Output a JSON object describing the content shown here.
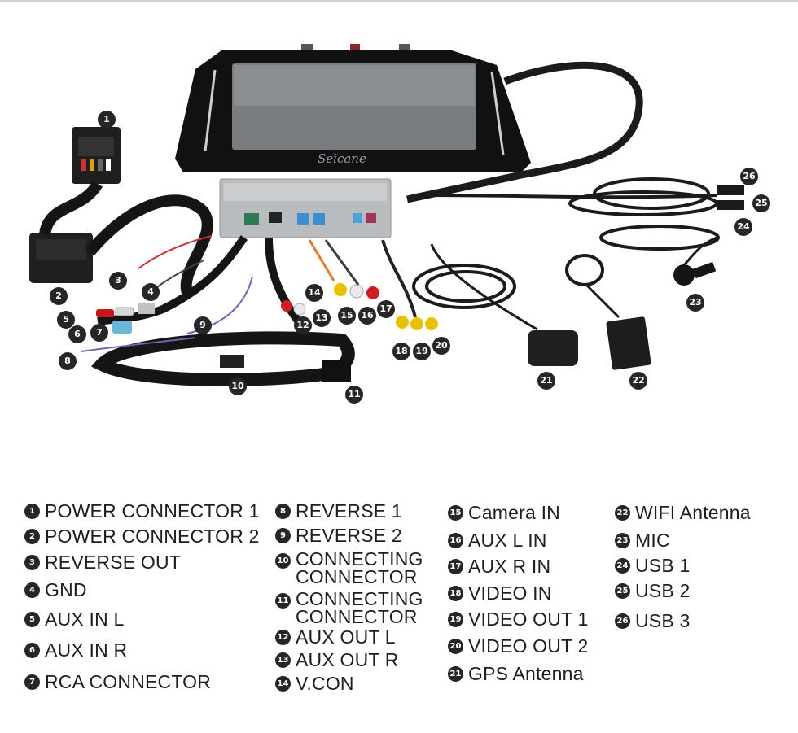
{
  "brand_text": "Seicane",
  "callout_numbers": [
    "1",
    "2",
    "3",
    "4",
    "5",
    "6",
    "7",
    "8",
    "9",
    "10",
    "11",
    "12",
    "13",
    "14",
    "15",
    "16",
    "17",
    "18",
    "19",
    "20",
    "21",
    "22",
    "23",
    "24",
    "25",
    "26"
  ],
  "legend": {
    "col1": [
      {
        "num": "1",
        "label": "POWER CONNECTOR 1"
      },
      {
        "num": "2",
        "label": "POWER CONNECTOR 2"
      },
      {
        "num": "3",
        "label": "REVERSE OUT"
      },
      {
        "num": "4",
        "label": "GND"
      },
      {
        "num": "5",
        "label": "AUX IN L"
      },
      {
        "num": "6",
        "label": "AUX IN R"
      },
      {
        "num": "7",
        "label": "RCA CONNECTOR"
      }
    ],
    "col2": [
      {
        "num": "8",
        "label": "REVERSE 1"
      },
      {
        "num": "9",
        "label": "REVERSE 2"
      },
      {
        "num": "10",
        "label": "CONNECTING\nCONNECTOR"
      },
      {
        "num": "11",
        "label": "CONNECTING\nCONNECTOR"
      },
      {
        "num": "12",
        "label": "AUX OUT L"
      },
      {
        "num": "13",
        "label": "AUX  OUT R"
      },
      {
        "num": "14",
        "label": "V.CON"
      }
    ],
    "col3": [
      {
        "num": "15",
        "label": "Camera IN"
      },
      {
        "num": "16",
        "label": "AUX L IN"
      },
      {
        "num": "17",
        "label": "AUX R IN"
      },
      {
        "num": "18",
        "label": "VIDEO IN"
      },
      {
        "num": "19",
        "label": "VIDEO OUT 1"
      },
      {
        "num": "20",
        "label": "VIDEO OUT 2"
      },
      {
        "num": "21",
        "label": "GPS Antenna"
      }
    ],
    "col4": [
      {
        "num": "22",
        "label": "WIFI Antenna"
      },
      {
        "num": "23",
        "label": "MIC"
      },
      {
        "num": "24",
        "label": "USB 1"
      },
      {
        "num": "25",
        "label": "USB 2"
      },
      {
        "num": "26",
        "label": "USB 3"
      }
    ]
  }
}
